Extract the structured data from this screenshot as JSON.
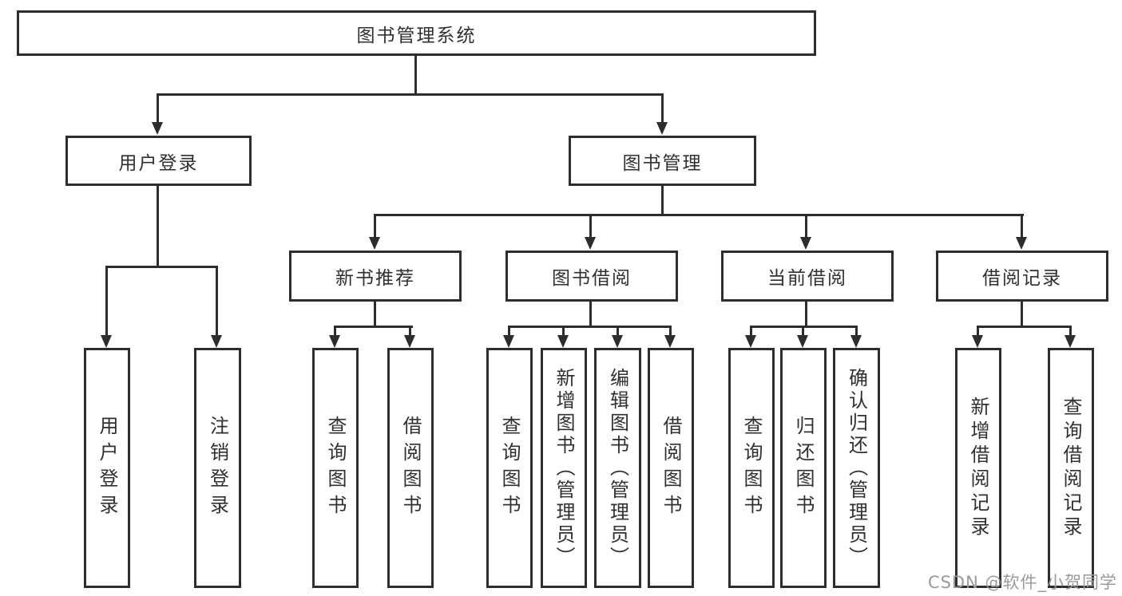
{
  "diagram": {
    "title": "图书管理系统",
    "nodes": {
      "root": {
        "label": "图书管理系统"
      },
      "userLogin": {
        "label": "用户登录"
      },
      "bookMgmt": {
        "label": "图书管理"
      },
      "newBooks": {
        "label": "新书推荐"
      },
      "bookBorrow": {
        "label": "图书借阅"
      },
      "currentBorrow": {
        "label": "当前借阅"
      },
      "borrowRecords": {
        "label": "借阅记录"
      },
      "leafUserLogin": {
        "label": "用户登录"
      },
      "leafLogout": {
        "label": "注销登录"
      },
      "leafQueryBooks1": {
        "label": "查询图书"
      },
      "leafBorrowBooks1": {
        "label": "借阅图书"
      },
      "leafQueryBooks2": {
        "label": "查询图书"
      },
      "leafAddBooks": {
        "label": "新增图书（管理员）"
      },
      "leafEditBooks": {
        "label": "编辑图书（管理员）"
      },
      "leafBorrowBooks2": {
        "label": "借阅图书"
      },
      "leafQueryBooks3": {
        "label": "查询图书"
      },
      "leafReturnBooks": {
        "label": "归还图书"
      },
      "leafConfirmReturn": {
        "label": "确认归还（管理员）"
      },
      "leafAddRecord": {
        "label": "新增借阅记录"
      },
      "leafQueryRecord": {
        "label": "查询借阅记录"
      }
    },
    "colors": {
      "line": "#2d2d2d",
      "text": "#303030",
      "background": "#ffffff",
      "watermark_gray": "#9a9a9e"
    }
  },
  "watermark": {
    "text": "CSDN @软件_小贺同学"
  }
}
